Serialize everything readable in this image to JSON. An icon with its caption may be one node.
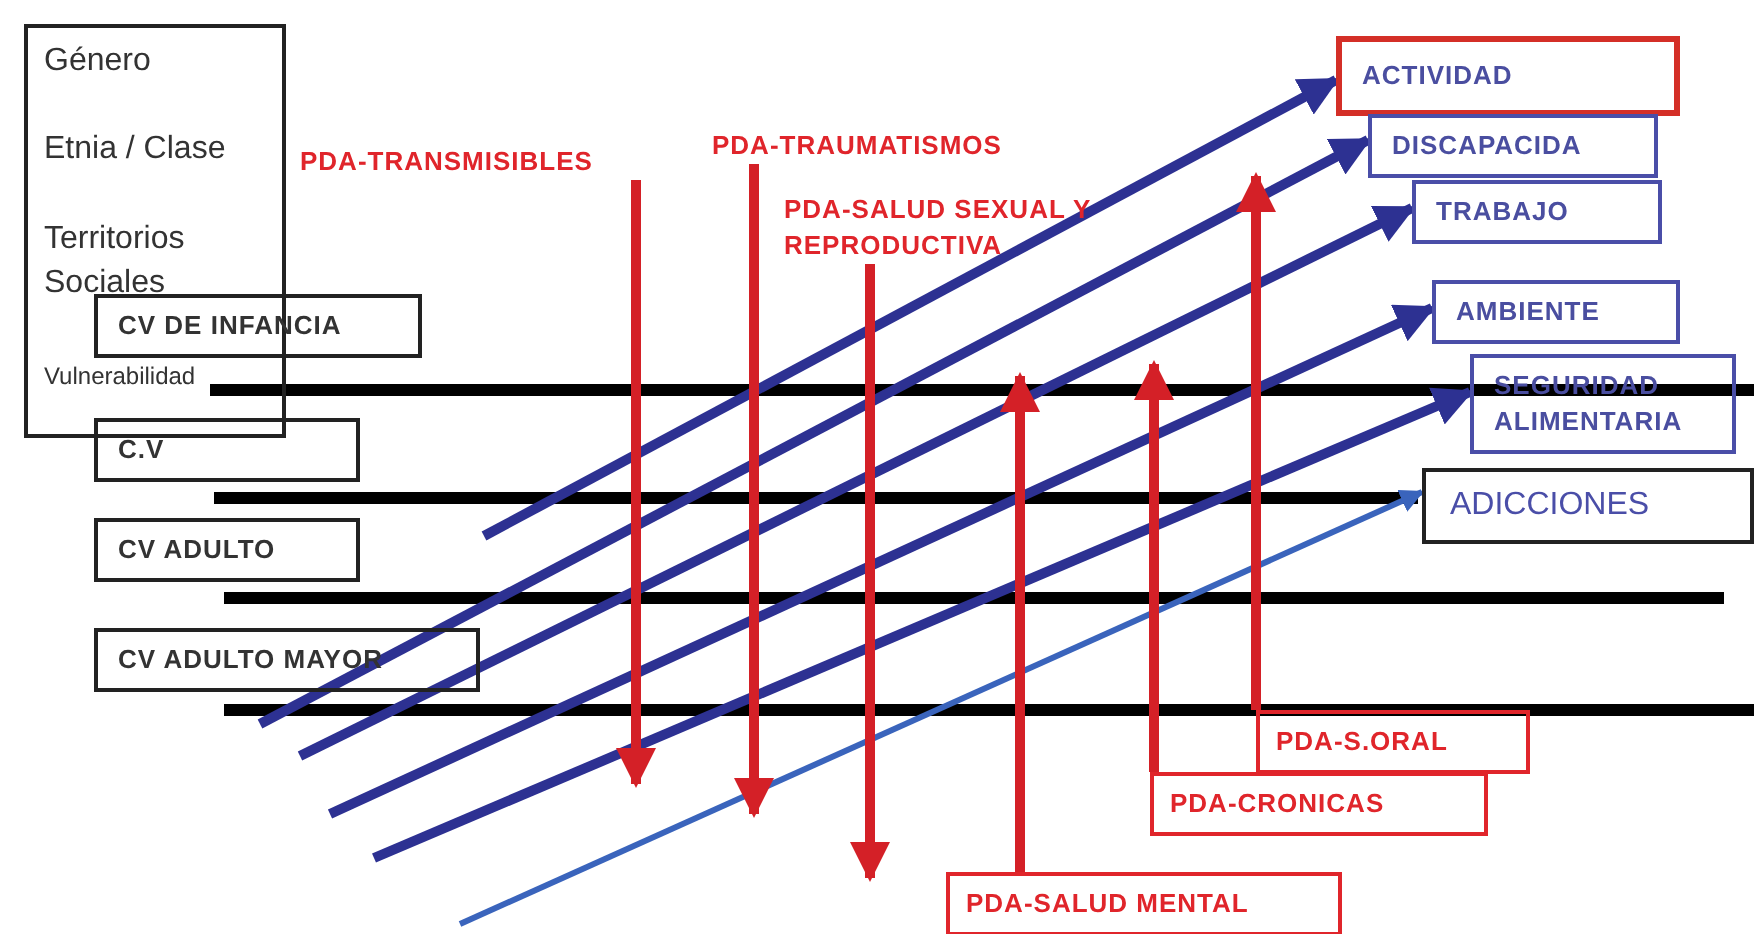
{
  "diagram": {
    "nodes": [
      {
        "text": [
          "Género",
          "Etnia / Clase",
          "Territorios Sociales",
          "Vulnerabilidad"
        ]
      },
      {
        "text": [
          "CV DE INFANCIA"
        ]
      },
      {
        "text": [
          "C.V"
        ]
      },
      {
        "text": [
          "CV ADULTO"
        ]
      },
      {
        "text": [
          "CV ADULTO MAYOR"
        ]
      },
      {
        "text": [
          "PDA-TRANSMISIBLES"
        ]
      },
      {
        "text": [
          "PDA-TRAUMATISMOS"
        ]
      },
      {
        "text": [
          "PDA-SALUD SEXUAL Y REPRODUCTIVA"
        ]
      },
      {
        "text": [
          "ACTIVIDAD"
        ]
      },
      {
        "text": [
          "DISCAPACIDA"
        ]
      },
      {
        "text": [
          "TRABAJO"
        ]
      },
      {
        "text": [
          "AMBIENTE"
        ]
      },
      {
        "text": [
          "SEGURIDAD ALIMENTARIA"
        ]
      },
      {
        "text": [
          "ADICCIONES"
        ]
      },
      {
        "text": [
          "PDA-S.ORAL"
        ]
      },
      {
        "text": [
          "PDA-CRONICAS"
        ]
      },
      {
        "text": [
          "PDA-SALUD MENTAL"
        ]
      }
    ],
    "edges": [
      {
        "from": null,
        "to": 8,
        "arrow": "to",
        "color": "#2d3192"
      },
      {
        "from": null,
        "to": 9,
        "arrow": "to",
        "color": "#2d3192"
      },
      {
        "from": null,
        "to": 10,
        "arrow": "to",
        "color": "#2d3192"
      },
      {
        "from": null,
        "to": 11,
        "arrow": "to",
        "color": "#2d3192"
      },
      {
        "from": null,
        "to": 12,
        "arrow": "to",
        "color": "#2d3192"
      },
      {
        "from": null,
        "to": 13,
        "arrow": "to",
        "color": "#3a64bc"
      },
      {
        "from": 5,
        "to": null,
        "arrow": "to",
        "color": "#d42027"
      },
      {
        "from": 6,
        "to": null,
        "arrow": "to",
        "color": "#d42027"
      },
      {
        "from": 7,
        "to": null,
        "arrow": "to",
        "color": "#d42027"
      },
      {
        "from": 16,
        "to": null,
        "arrow": "to",
        "color": "#d42027"
      },
      {
        "from": 15,
        "to": null,
        "arrow": "to",
        "color": "#d42027"
      },
      {
        "from": 14,
        "to": null,
        "arrow": "to",
        "color": "#d42027"
      }
    ]
  }
}
